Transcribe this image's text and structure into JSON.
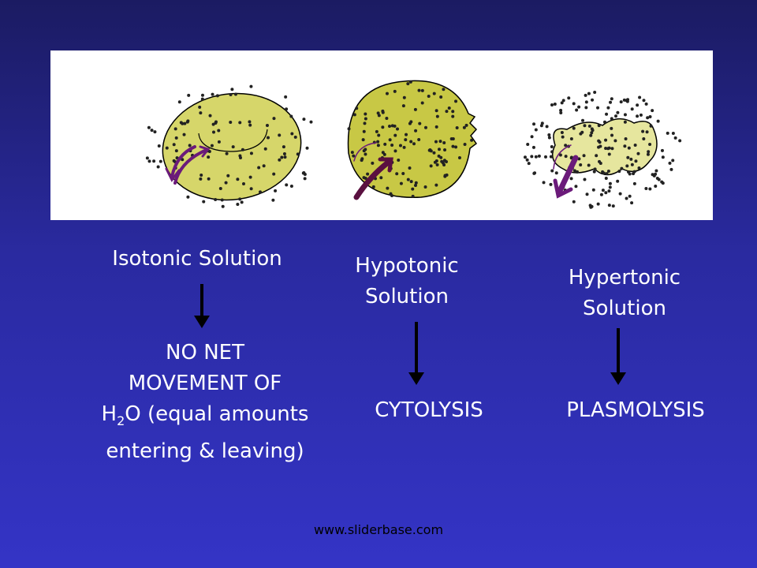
{
  "columns": [
    {
      "heading": [
        "Isotonic Solution"
      ],
      "result": [
        "NO NET",
        "MOVEMENT OF",
        "H2O (equal amounts",
        "entering & leaving)"
      ]
    },
    {
      "heading": [
        "Hypotonic",
        "Solution"
      ],
      "result": [
        "CYTOLYSIS"
      ]
    },
    {
      "heading": [
        "Hypertonic",
        "Solution"
      ],
      "result": [
        "PLASMOLYSIS"
      ]
    }
  ],
  "h2o": {
    "h": "H",
    "sub": "2",
    "rest": "O (equal amounts"
  },
  "footer": "www.sliderbase.com",
  "colors": {
    "cell": "#d6d66a",
    "cell_dense": "#c8c845",
    "cell_shrunk": "#e6e69e",
    "arrow": "#6b1a7a"
  }
}
